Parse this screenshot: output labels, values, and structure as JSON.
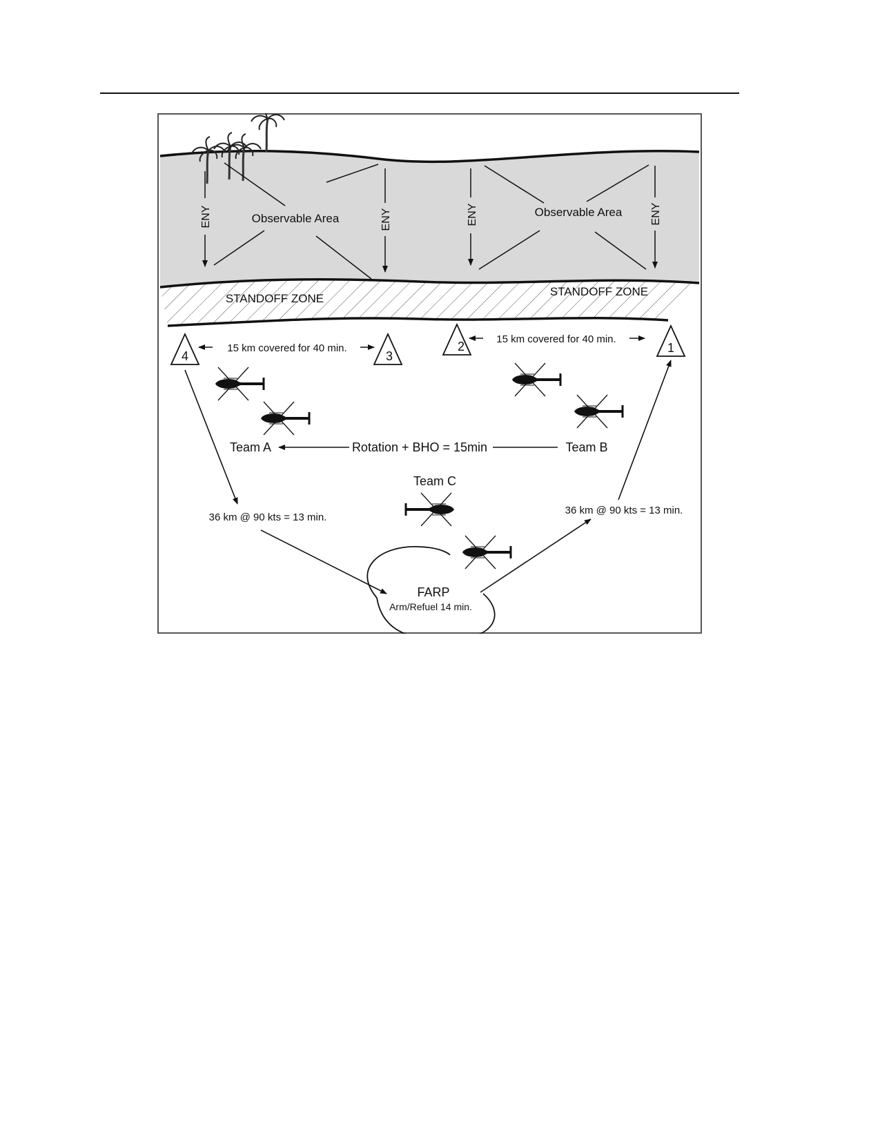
{
  "figure": {
    "observable_areas": [
      {
        "label": "Observable Area",
        "eny_left": "ENY",
        "eny_right": "ENY"
      },
      {
        "label": "Observable Area",
        "eny_left": "ENY",
        "eny_right": "ENY"
      }
    ],
    "standoff_zones": [
      "STANDOFF ZONE",
      "STANDOFF ZONE"
    ],
    "positions": [
      "4",
      "3",
      "2",
      "1"
    ],
    "coverage_labels": [
      "15 km covered for 40 min.",
      "15 km covered for 40 min."
    ],
    "teams": {
      "a": "Team A",
      "b": "Team B",
      "c": "Team C"
    },
    "rotation_label": "Rotation + BHO = 15min",
    "leg_labels": [
      "36 km @ 90 kts = 13 min.",
      "36 km @ 90 kts = 13 min."
    ],
    "farp": {
      "title": "FARP",
      "subtitle": "Arm/Refuel 14 min."
    },
    "colors": {
      "terrain": "#d9d9d9",
      "ink": "#111111",
      "frame": "#555555"
    }
  }
}
